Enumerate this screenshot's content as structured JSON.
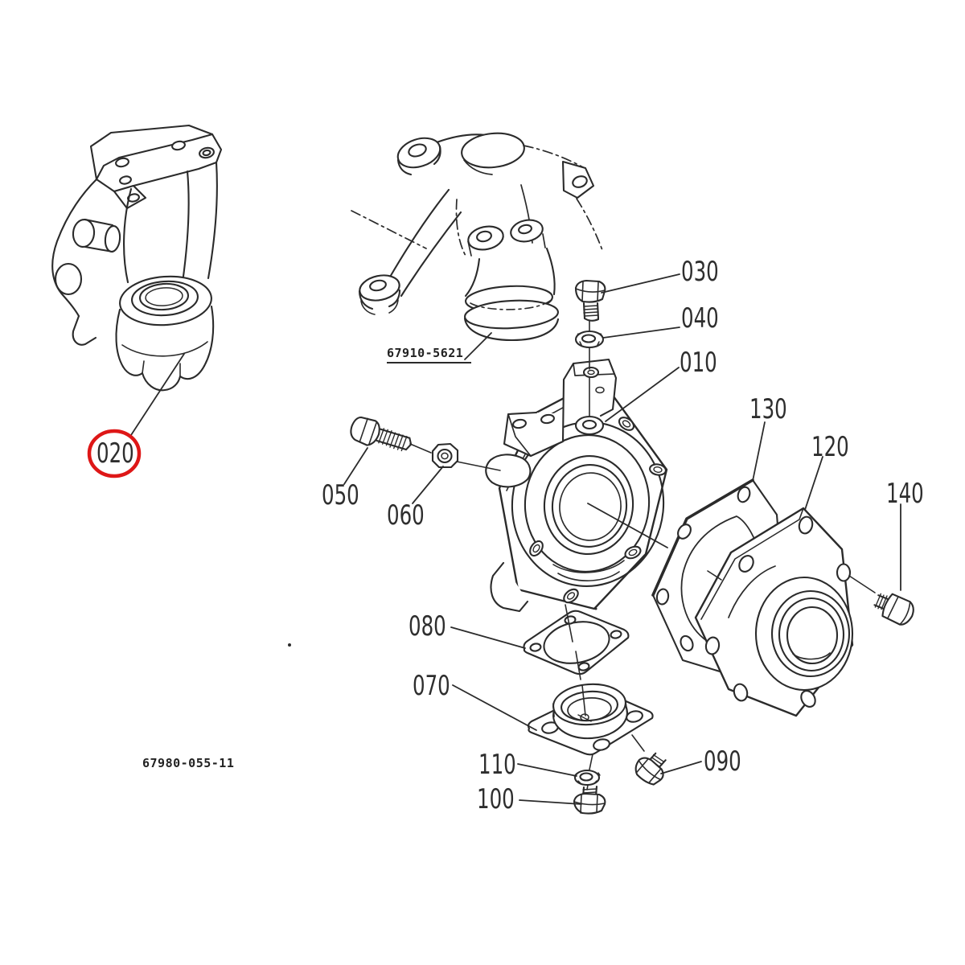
{
  "diagram": {
    "figure_code": "67980-055-11",
    "reference_label": "67910-5621",
    "highlighted_callout": "020",
    "colors": {
      "line": "#2b2b2b",
      "background": "#ffffff",
      "highlight": "#de1717"
    },
    "callouts": [
      {
        "id": "010",
        "label": "010",
        "highlighted": false
      },
      {
        "id": "020",
        "label": "020",
        "highlighted": true
      },
      {
        "id": "030",
        "label": "030",
        "highlighted": false
      },
      {
        "id": "040",
        "label": "040",
        "highlighted": false
      },
      {
        "id": "050",
        "label": "050",
        "highlighted": false
      },
      {
        "id": "060",
        "label": "060",
        "highlighted": false
      },
      {
        "id": "070",
        "label": "070",
        "highlighted": false
      },
      {
        "id": "080",
        "label": "080",
        "highlighted": false
      },
      {
        "id": "090",
        "label": "090",
        "highlighted": false
      },
      {
        "id": "100",
        "label": "100",
        "highlighted": false
      },
      {
        "id": "110",
        "label": "110",
        "highlighted": false
      },
      {
        "id": "120",
        "label": "120",
        "highlighted": false
      },
      {
        "id": "130",
        "label": "130",
        "highlighted": false
      },
      {
        "id": "140",
        "label": "140",
        "highlighted": false
      }
    ]
  }
}
